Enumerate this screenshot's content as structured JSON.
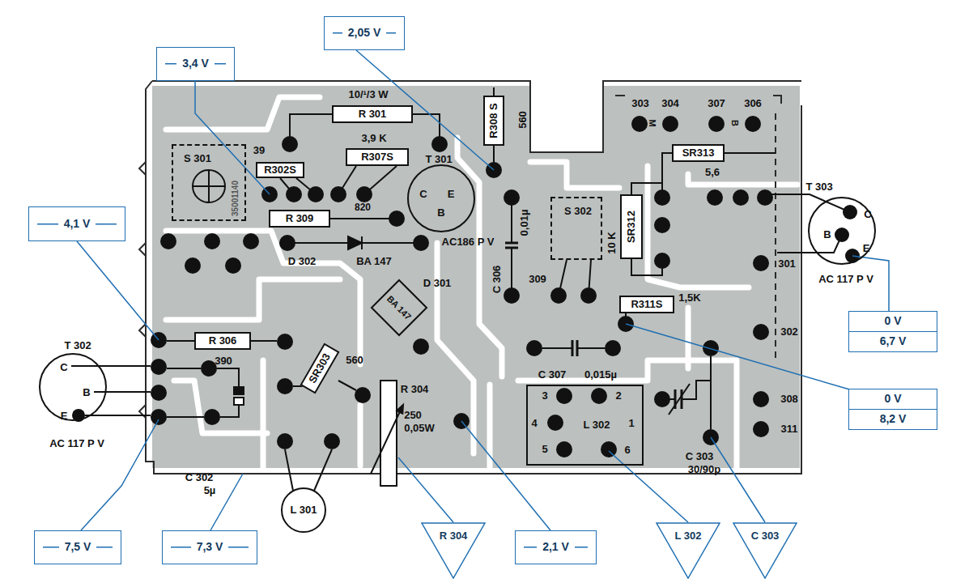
{
  "diagram": {
    "nodes": [
      {
        "text": [
          "3,4 V"
        ]
      },
      {
        "text": [
          "2,05 V"
        ]
      },
      {
        "text": [
          "R 301"
        ]
      },
      {
        "text": [
          "R302S"
        ]
      },
      {
        "text": [
          "R307S"
        ]
      },
      {
        "text": [
          "R308 S"
        ]
      },
      {
        "text": [
          "S 301"
        ]
      },
      {
        "text": [
          "T 301",
          "C",
          "E",
          "B"
        ]
      },
      {
        "text": [
          "R 309"
        ]
      },
      {
        "text": [
          "S 302"
        ]
      },
      {
        "text": [
          "SR313"
        ]
      },
      {
        "text": [
          "SR312"
        ]
      },
      {
        "text": [
          "T 303",
          "C",
          "B",
          "E"
        ]
      },
      {
        "text": [
          "4,1 V"
        ]
      },
      {
        "text": [
          "R 306"
        ]
      },
      {
        "text": [
          "SR303"
        ]
      },
      {
        "text": [
          "R311S"
        ]
      },
      {
        "text": [
          "T 302",
          "C",
          "B",
          "E"
        ]
      },
      {
        "text": [
          "0 V",
          "6,7 V"
        ]
      },
      {
        "text": [
          "L 302"
        ]
      },
      {
        "text": [
          "0 V",
          "8,2 V"
        ]
      },
      {
        "text": [
          "L 301"
        ]
      },
      {
        "text": [
          "7,5 V"
        ]
      },
      {
        "text": [
          "7,3 V"
        ]
      },
      {
        "text": [
          "R 304"
        ]
      },
      {
        "text": [
          "2,1 V"
        ]
      },
      {
        "text": [
          "L 302"
        ]
      },
      {
        "text": [
          "C 303"
        ]
      }
    ],
    "labels": [
      "10/¹/3 W",
      "39",
      "3,9 K",
      "560",
      "35001140",
      "820",
      "D 302",
      "BA 147",
      "AC186 P V",
      "303",
      "304",
      "307",
      "306",
      "M",
      "B",
      "5,6",
      "C 306",
      "0,01µ",
      "309",
      "10 K",
      "D 301",
      "BA 147",
      "AC 117 P V",
      "301",
      "1,5K",
      "390",
      "560",
      "302",
      "C 307",
      "0,015µ",
      "3",
      "2",
      "4",
      "1",
      "5",
      "6",
      "308",
      "R 304",
      "250",
      "0,05W",
      "C 303",
      "30/90p",
      "311",
      "AC 117 P V",
      "C 302",
      "5µ"
    ]
  }
}
